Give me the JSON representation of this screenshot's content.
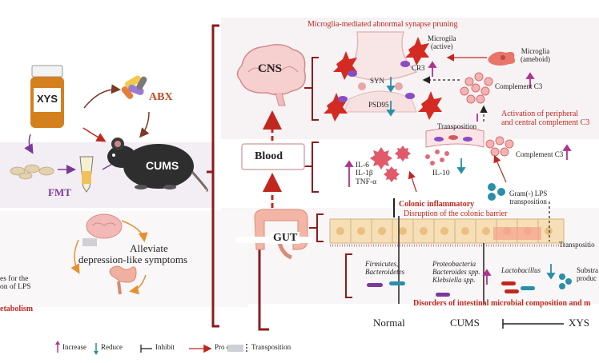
{
  "left": {
    "xys_label": "XYS",
    "abx_label": "ABX",
    "cums_label": "CUMS",
    "fmt_label": "FMT",
    "alleviate_line1": "Alleviate",
    "alleviate_line2": "depression-like symptoms",
    "side_text_1": "es for the",
    "side_text_2": "on of LPS",
    "side_text_3": "etabolism"
  },
  "center": {
    "cns_label": "CNS",
    "blood_label": "Blood",
    "gut_label": "GUT"
  },
  "cns_panel": {
    "title": "Microglia-mediated abnormal synapse pruning",
    "microglia_active": "Microgila\n(active)",
    "microglia_ameboid": "Microglia\n(ameboid)",
    "syn_label": "SYN",
    "cr3_label": "CR3",
    "psd95_label": "PSD95",
    "complement_c3": "Complement C3",
    "activation_text": "Activation of peripheral\nand central complement C3",
    "transposition_label": "Transposition"
  },
  "blood_panel": {
    "cytokines": "IL-6\nIL-1β\nTNF-α",
    "il10_label": "IL-10",
    "complement_c3": "Complement C3",
    "lps_label": "Gram(-) LPS\ntransposition"
  },
  "gut_panel": {
    "colonic_inflammatory": "Colonic inflammatory",
    "colonic_barrier": "Disruption of the colonic barrier",
    "transposition_label": "Transpositio",
    "firmicutes": "Firmicutes,\nBacteroidetes",
    "proteobacteria": "Proteobacteria\nBacteroides spp.\nKlebsiella spp.",
    "lactobacillus": "Lactobacillus",
    "substrate_label": "Substra\nproduc",
    "disorders_text": "Disorders of intestinal microbial composition and m"
  },
  "conditions": {
    "normal": "Normal",
    "cums": "CUMS",
    "xys": "XYS"
  },
  "legend": {
    "increase": "Increase",
    "reduce": "Reduce",
    "inhibit": "Inhibit",
    "promote": "Pro        ote",
    "transposition": "Transposition"
  },
  "colors": {
    "accent_red": "#c0281f",
    "bracket": "#8c1c1c",
    "purple": "#7b3a9a",
    "teal": "#2a8fa8"
  }
}
